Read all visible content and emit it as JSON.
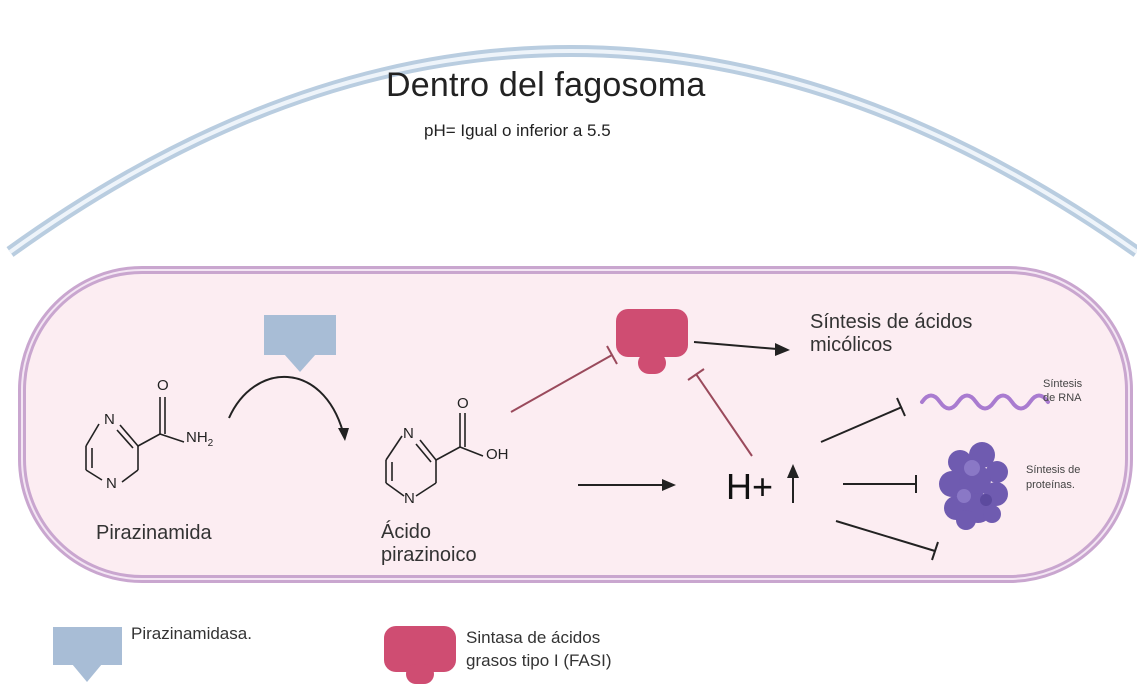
{
  "header": {
    "title": "Dentro del fagosoma",
    "subtitle": "pH= Igual o inferior a 5.5"
  },
  "molecules": {
    "pza": {
      "name": "Pirazinamida",
      "atoms": {
        "n1": "N",
        "n2": "N",
        "o": "O",
        "nh2": "NH2"
      }
    },
    "poa": {
      "name_line1": "Ácido",
      "name_line2": "pirazinoico",
      "atoms": {
        "n1": "N",
        "n2": "N",
        "o": "O",
        "oh": "OH"
      }
    }
  },
  "effects": {
    "mycolic_line1": "Síntesis de ácidos",
    "mycolic_line2": "micólicos",
    "rna_line1": "Síntesis",
    "rna_line2": "de RNA",
    "protein_line1": "Síntesis de",
    "protein_line2": "proteínas.",
    "proton": "H+"
  },
  "legend": {
    "pzase": "Pirazinamidasa.",
    "fas_line1": "Sintasa de ácidos",
    "fas_line2": "grasos tipo I (FASI)"
  },
  "colors": {
    "membrane": "#c9a6cf",
    "cell_fill": "#fcedf2",
    "phagosome_stroke": "#b9cde0",
    "pzase": "#a8bdd6",
    "fas": "#cf4d72",
    "inhibit_line": "#9a4a5c",
    "rna": "#a97bd0",
    "protein": "#6f5bb0"
  }
}
